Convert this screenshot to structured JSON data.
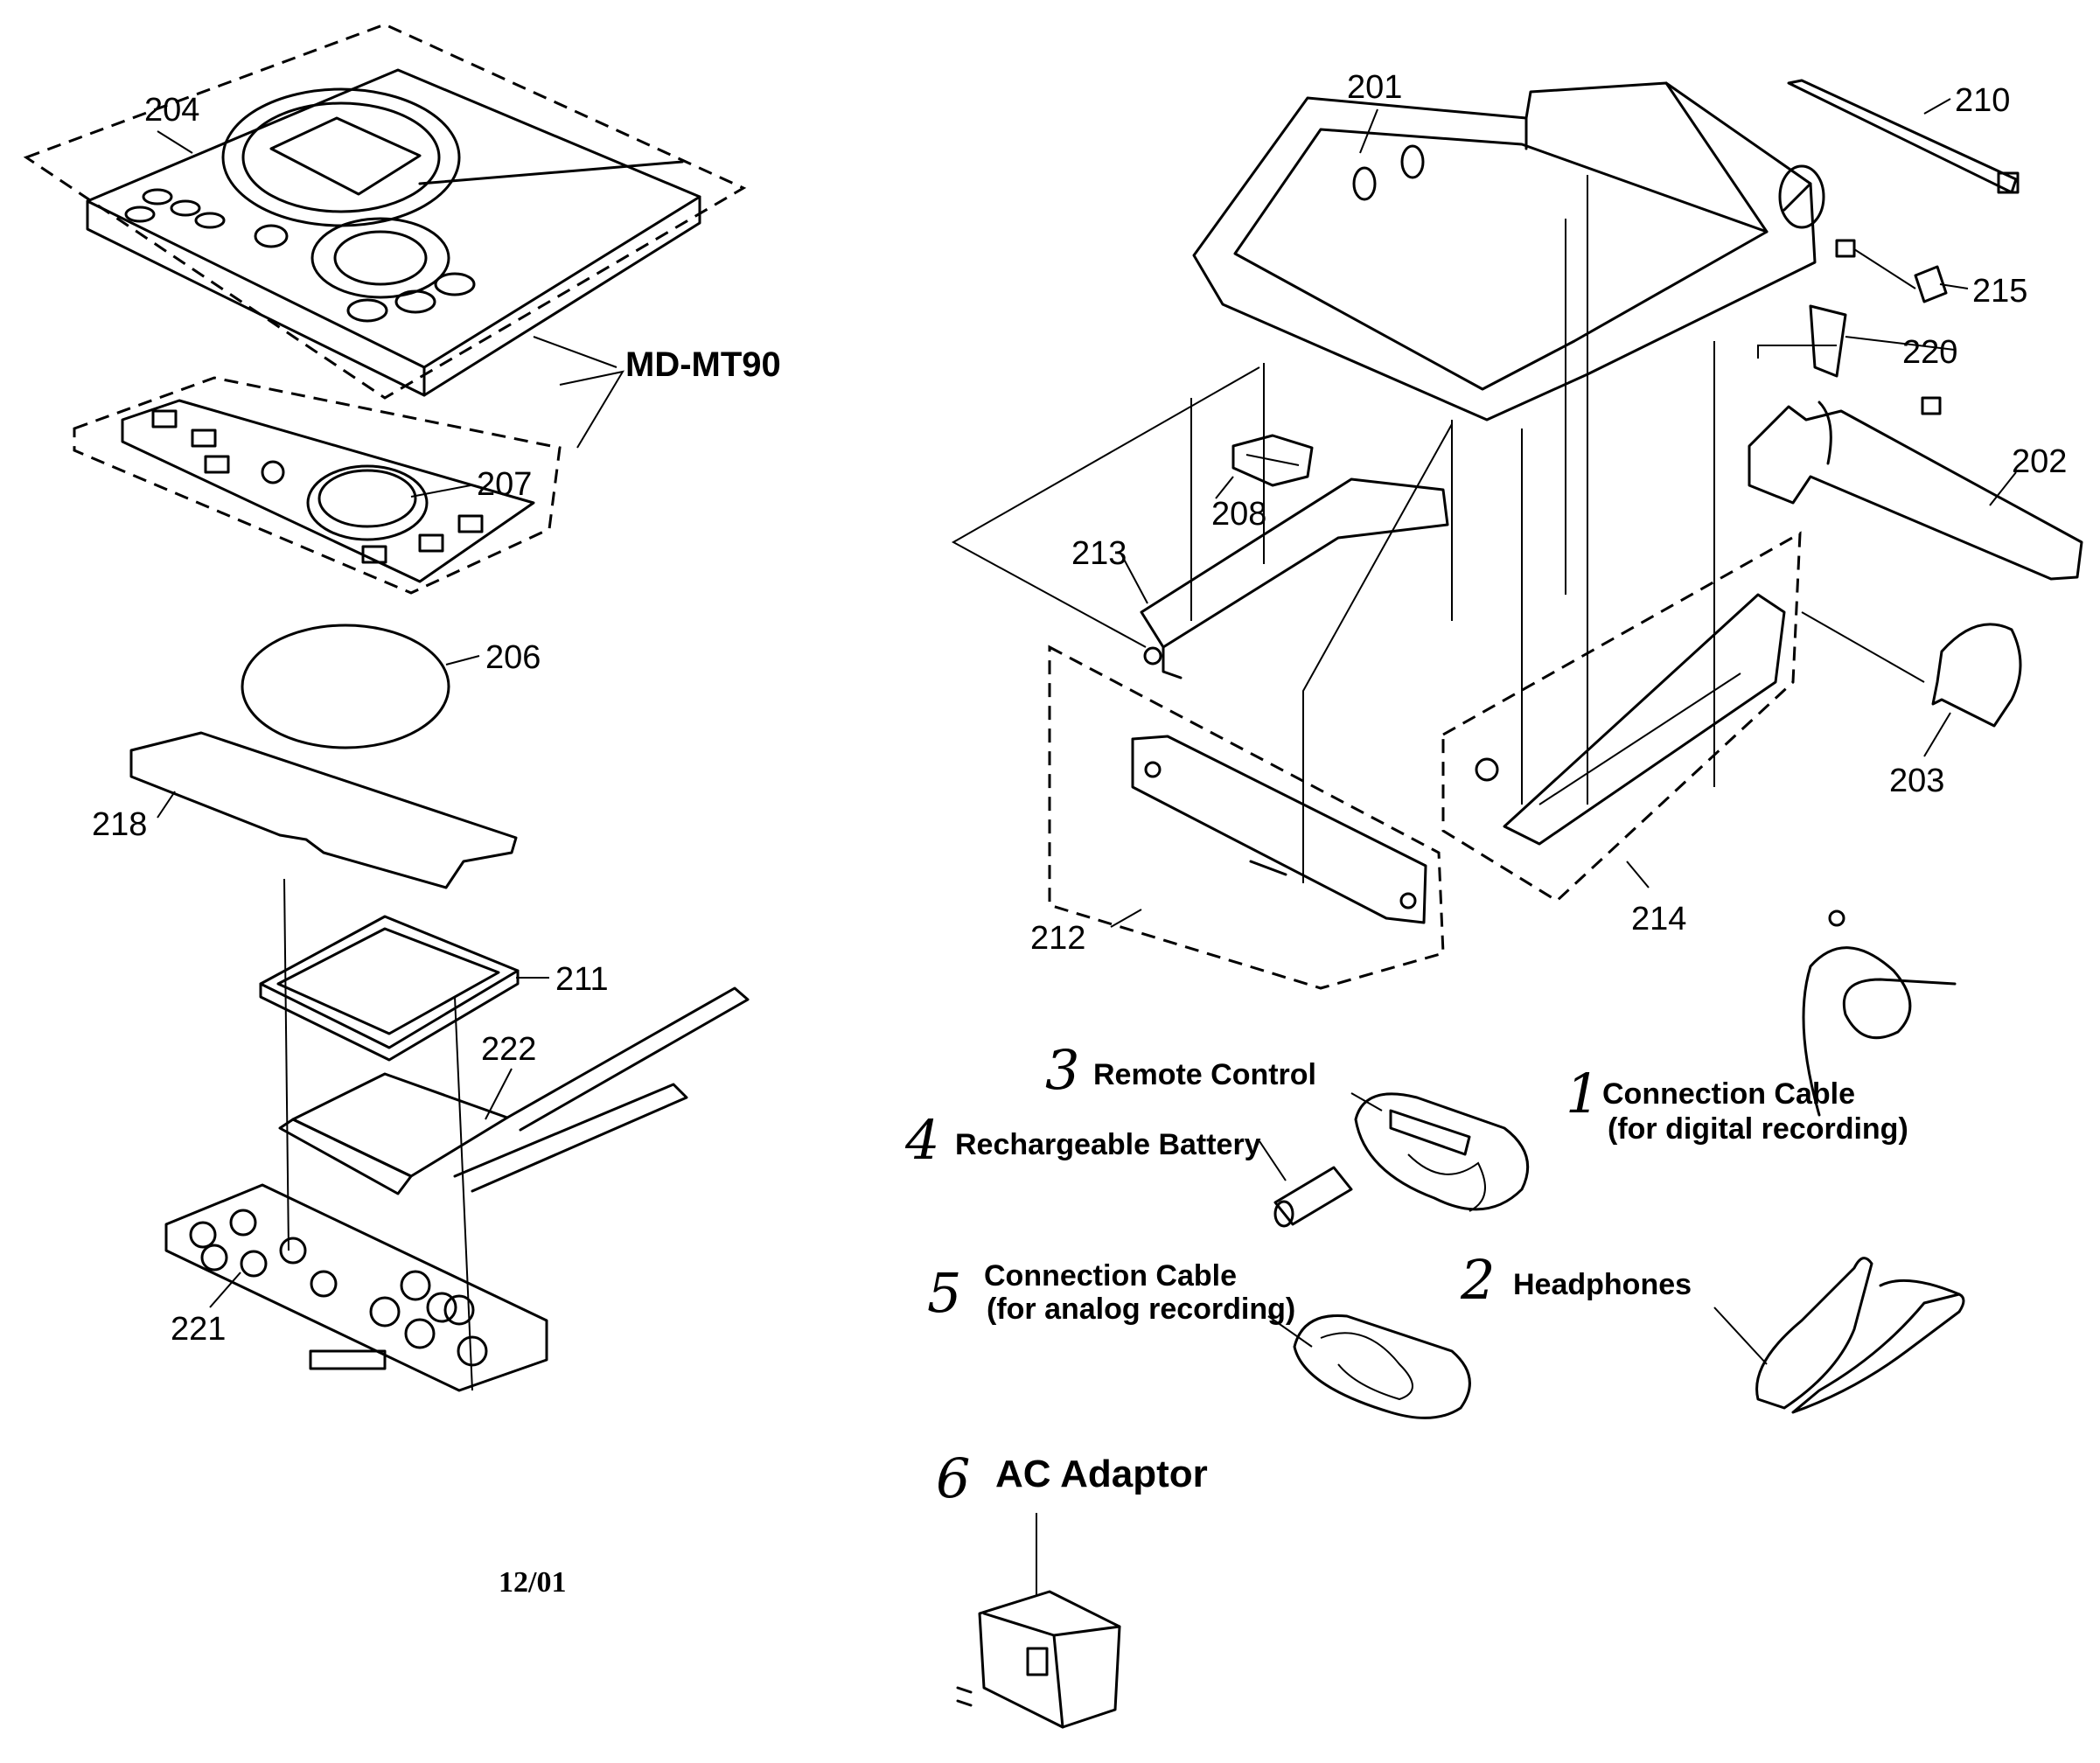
{
  "model": "MD-MT90",
  "date_code": "12/01",
  "parts": {
    "p201": "201",
    "p202": "202",
    "p203": "203",
    "p204": "204",
    "p206": "206",
    "p207": "207",
    "p208": "208",
    "p210": "210",
    "p211": "211",
    "p212": "212",
    "p213": "213",
    "p214": "214",
    "p215": "215",
    "p218": "218",
    "p220": "220",
    "p221": "221",
    "p222": "222"
  },
  "accessories": {
    "a1": {
      "num": "1",
      "line1": "Connection Cable",
      "line2": "(for digital recording)"
    },
    "a2": {
      "num": "2",
      "line1": "Headphones"
    },
    "a3": {
      "num": "3",
      "line1": "Remote Control"
    },
    "a4": {
      "num": "4",
      "line1": "Rechargeable Battery"
    },
    "a5": {
      "num": "5",
      "line1": "Connection Cable",
      "line2": "(for analog recording)"
    },
    "a6": {
      "num": "6",
      "line1": "AC Adaptor"
    }
  }
}
